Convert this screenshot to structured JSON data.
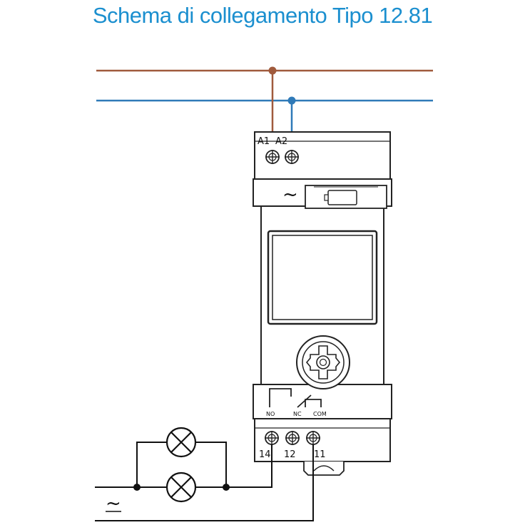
{
  "title": "Schema di collegamento Tipo 12.81",
  "terminals": {
    "a1": "A1",
    "a2": "A2",
    "t14": "14",
    "t12": "12",
    "t11": "11"
  },
  "contacts": {
    "no": "NO",
    "nc": "NC",
    "com": "COM"
  },
  "symbols": {
    "ac_device": "~",
    "ac_source": "~"
  },
  "colors": {
    "title": "#1b8fcf",
    "wire_brown": "#a05a3c",
    "wire_blue": "#2f7ab8",
    "wire_black": "#111111"
  }
}
